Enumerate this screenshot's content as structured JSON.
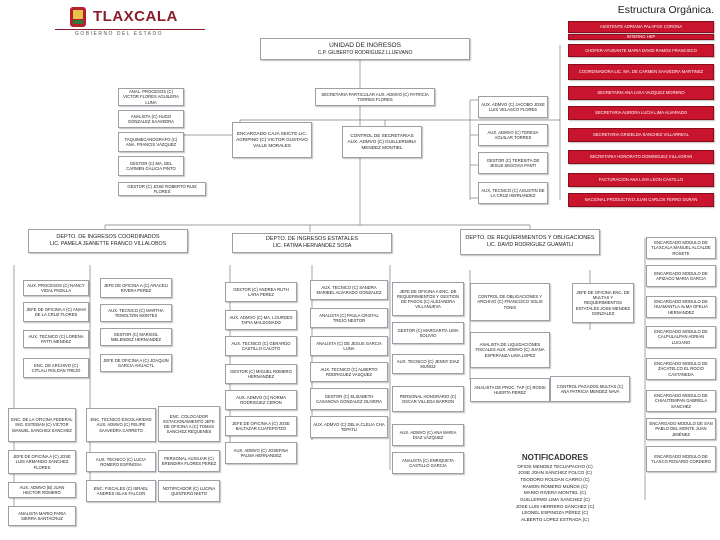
{
  "header": {
    "logo_text": "TLAXCALA",
    "logo_subtext": "GOBIERNO DEL ESTADO",
    "page_title": "Estructura Orgánica."
  },
  "top": {
    "top1": "ASISTENTE ADRIANA PALAFOX CORONA",
    "top2": "INTERNO HEP",
    "unit_title": "UNIDAD DE INGRESOS",
    "unit_person": "C.P. GILBERTO RODRIGUEZ LLUEVANO",
    "chofer": "CHOFER-AYUDANTE MARIA DAVID RAMOS FRANCISCO",
    "coord": "COORDINADORA LIC. MA. DE CARMEN SAAVEDRA MARTINEZ"
  },
  "right_column": [
    "SECRETARIA ANA LIVIA VAZQUEZ MORENO",
    "SECRETARIA AURORA LUCIA LIMA ALVARADO",
    "SECRETARIA GRISELDA SANCHEZ VILLARREAL",
    "SECRETARIA HONORATO DOMINGUEZ VILLAGRAN",
    "FACTURACION ANA LIVIA LEON CASTILLO",
    "NACIONAL PRODUCTIVO JUAN CARLOS FERRO DURAN"
  ],
  "left_top": {
    "analista_a": "ANAL. PROCESOS (C) VICTOR FLORES AGUILERA LUNA",
    "analista_b": "ANALISTA (C) HUGO GONZALEZ SAAVEDRA",
    "taquimec": "TAQUIMECANOGRAFO (C) ANA. FRANCIS VÁZQUEZ",
    "gestor": "GESTOR (C) MA. DEL CARMEN GALICIA PINTO",
    "gestor2": "GESTOR (C) JOSE ROBERTO RUIZ FLORES"
  },
  "center_top": {
    "encargado": "ENCARGADO CAJA SEICTE LIC. AGRIPINO (C) VICTOR GUSTAVO VALLE MORALES",
    "secretaria_mid": "SECRETARIA PARTICULAR AUX. ADMVO (C) PATRICIA TORRES FLORES",
    "control": "CONTROL DE SECRETARIAS AUX. ADMVO (C) GUILLERMINA MENDEZ MONTIEL"
  },
  "right_top": [
    "AUX. ADMVO (C) JACOBO JOSE LUIS VELASCO FLORES",
    "AUX. ADMVO (C) TERESA AGUILAR TORRES",
    "GESTOR (C) TERESITA DE JESUS SEGOVIA PANTI",
    "AUX. TECNICO (C) AGUSTIN DE LA CRUZ HERNANDEZ"
  ],
  "departments": [
    {
      "title": "DEPTO. DE INGRESOS COORDINADOS",
      "person": "LIC. PAMELA JEANETTE FRANCO VILLALOBOS"
    },
    {
      "title": "DEPTO. DE INGRESOS ESTATALES",
      "person": "LIC. FATIMA HERNANDEZ SOSA"
    },
    {
      "title": "DEPTO. DE REQUERIMIENTOS Y OBLIGACIONES",
      "person": "LIC. DAVID RODRIGUEZ GUAMATLI"
    }
  ],
  "col_a": [
    "AUX. PROCESOS (C) NANCY VIDAL PADILLA",
    "JEFE DE OFICINA A (C) ANAHI DE LA CRUZ FLORES",
    "AUX. TECNICO (C) LORENA PATTI MENDEZ",
    "ENC. DE ARCHIVO (C) CITLALI ROLDAN TREJO",
    "ENC. DE LA OFICINA FEDERAL ING. ESTEBAN (C) VICTOR MANUEL SANCHEZ SANCHEZ",
    "JEFE DE OFICINA A (C) JOSE LUIS ARMANDO SANCHEZ FLORES",
    "AUX. ADMVO (B) JUAN HECTOR ROMERO",
    "ANALISTA MARIO FARIA SIERRA SANTACRUZ"
  ],
  "col_b": [
    "JEFE DE OFICINA A (C) ARACELI RIVERA PEREZ",
    "AUX. TECNICO (C) MARTHA TEMOLTZIN MONTES",
    "GESTOR (C) MARISOL MELENDEZ HERNANDEZ",
    "JEFE DE OFICINA A (C) JOAQUIN GARCIA AHUACTL",
    "ENC. TECNICO ESCOLARIDAD AUX. ADMVO (C) FELIPE SAAVEDRA CARRETO",
    "AUX. TECNICO (C) LUCIA ROMERO ESPINOSA",
    "ENC. FISCALES (C) ISRAEL ANDRES ISLAS FALCON"
  ],
  "col_c": [
    "GESTOR (C) ANDREA RUTH LARA PEREZ",
    "AUX. ADMVO (C) MA. LOURDES TAPIA MALDONADO",
    "AUX. TECNICO (C) GERARDO CASTILLO CALOTO",
    "GESTOR (C) MIGUEL ROMERO HERNANDEZ",
    "AUX. ADMVO (C) NORMA RODRIGUEZ CERON",
    "JEFE DE OFICINA A (C) JOSE BALTAZAR CUATEPOTZO",
    "AUX. ADMVO (C) JOSEFINA PALMA HERNANDEZ"
  ],
  "col_d": [
    "AUX. TECNICO (C) SANDRA MARIBEL ALVARADO GONZALEZ",
    "ANALISTA (C) PAULA CRISTAL TREJO NESTOR",
    "ANALISTA (C) DE JESUS GARCIA LUNA",
    "AUX. TECNICO (C) ALBERTO RODRIGUEZ VASQUEZ",
    "GESTOR (C) ELIZABETH CASANOVA GONZALEZ OLIVERA",
    "AUX. ADMVO (C) DELIA CLELIA CHA TEPATLI"
  ],
  "col_cd_lower": [
    "ENC. COLOCADOR ESTACIONAMIENTO JEFE DE OFICINA A (C) TOMAS SANCHEZ REQUENES",
    "PERSONAL AUXILIAR (C) ERENDIRA FLORES PEREZ",
    "NOTIFICADOR (C) LUCINA QUINTERO NIETO"
  ],
  "col_e": [
    "JEFE DE OFICINA A ENC. DE REQUERIMIENTOS Y GESTION DE PAGOS (C) ALEJANDRA VILLANUEVA",
    "GESTOR (C) MARGARITA LIMA SOLIVIO",
    "AUX. TECNICO (C) JENNY DIAZ MUÑOZ",
    "PERSONAL HONORARIO (C) OSCAR VILLEDA BARRON",
    "AUX. ADMVO (C) ANA MARIA DIAZ VÁZQUEZ",
    "ANALISTA (C) ENRIQUETA CASTILLO GARCIA"
  ],
  "col_f": [
    "CONTROL DE OBLIGACIONES Y ARCHIVO (C) FRANCISCO SOLIS TONIX",
    "ANALISTA DE LIQUIDACIONES FISCALES AUX. ADMVO (C) JUANA ESPERANZA LIMA LOPEZ",
    "ANALISTA DE PROC. TAP (C) ROSSI HUERTA PEREZ"
  ],
  "col_g": [
    "JEFE DE OFICINA ENC. DE MULTAS Y REQUERIMIENTOS ESTATALES JOSE MENDEZ GONZALEZ",
    "CONTROL PAGADOS MULTAS (C) ANA PATRICIA MENDEZ NAVA"
  ],
  "col_h": [
    "ENCARGADO MODULO DE TLAXCALA MANUEL ALCALDE ROSETE",
    "ENCARGADO MODULO DE APIZACO MARIA GARCIA",
    "ENCARGADO MODULO DE HUAMANTLA ALMA OFELIA HERNANDEZ",
    "ENCARGADO MODULO DE CALPULALPAN ADRIAN LUCIANO",
    "ENCARGADO MODULO DE ZACATELCO EL ROCIO CASTANEDA",
    "ENCARGADO MODULO DE CHIAUTEMPAN GABRIELA SÁNCHEZ",
    "ENCARGADO MODULO DE SAN PABLO DEL MONTE JUAN JIMÉNEZ",
    "ENCARGADO MODULO DE TLAXCO ROSARIO CORDERO"
  ],
  "notificadores": {
    "title": "NOTIFICADORES",
    "names": [
      "OFIOS MENDEZ TECUAPACHO (C)",
      "JOSE JOHN SÁNCHEZ FOLCO (C)",
      "TEODORO ROLDAN CARRO (C)",
      "RAMON ROMERO MUÑOS (C)",
      "MARIO RIVERA MONTIEL (C)",
      "GUILLERMO LIMA SANCHEZ (C)",
      "JOSE LUIS HERRERO SÁNCHEZ (C)",
      "LEONEL ESPINOZA PÉREZ (C)",
      "ALBERTO LOPEZ ESTRADA (C)"
    ]
  }
}
